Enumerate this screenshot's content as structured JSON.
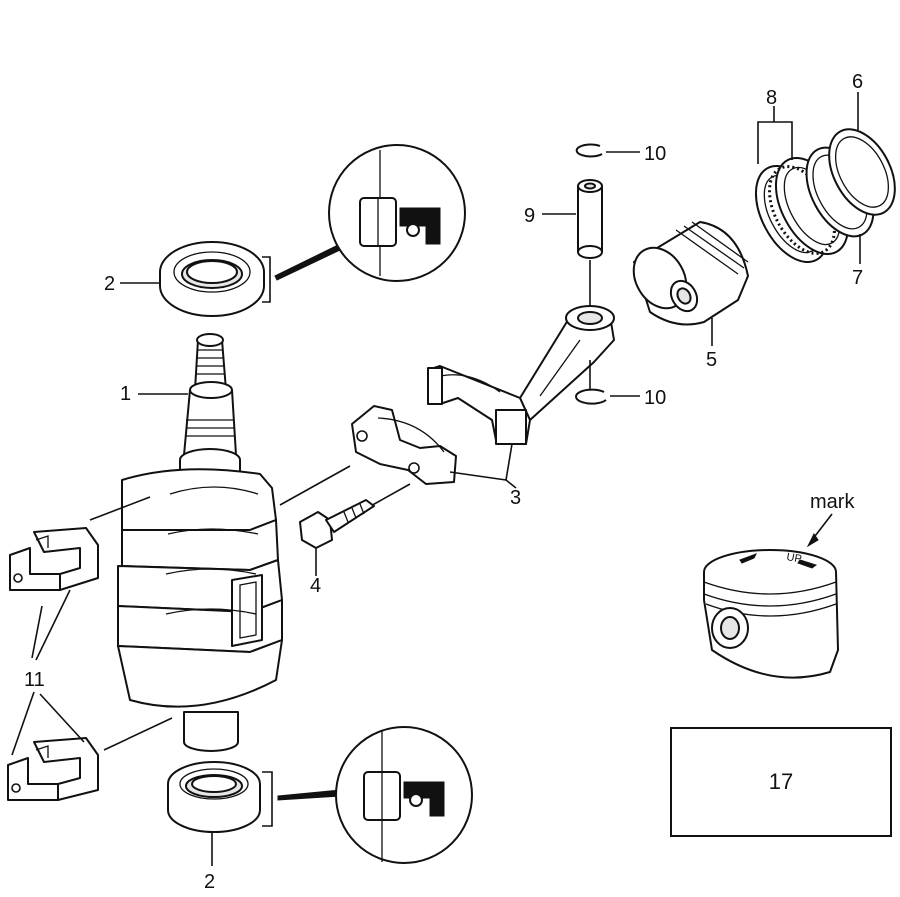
{
  "labels": {
    "crankshaft": "1",
    "oil_seal_top": "2",
    "oil_seal_bottom": "2",
    "connecting_rod": "3",
    "rod_bolt": "4",
    "piston": "5",
    "top_ring": "6",
    "second_ring": "7",
    "oil_ring": "8",
    "piston_pin": "9",
    "circlip_top": "10",
    "circlip_bottom": "10",
    "main_bearing": "11",
    "mark": "mark",
    "piston_up_mark": "UP"
  },
  "reference_box": {
    "text": "17"
  }
}
